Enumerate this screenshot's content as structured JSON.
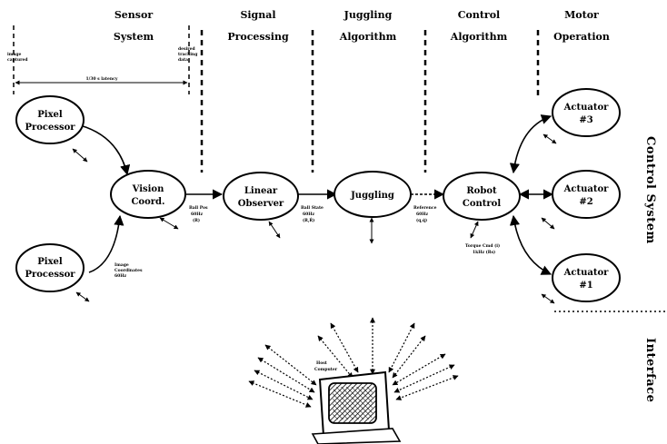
{
  "headers": {
    "sensor": [
      "Sensor",
      "System"
    ],
    "signal": [
      "Signal",
      "Processing"
    ],
    "juggling": [
      "Juggling",
      "Algorithm"
    ],
    "control": [
      "Control",
      "Algorithm"
    ],
    "motor": [
      "Motor",
      "Operation"
    ]
  },
  "nodes": {
    "pixel_top": [
      "Pixel",
      "Processor"
    ],
    "pixel_bottom": [
      "Pixel",
      "Processor"
    ],
    "vision": [
      "Vision",
      "Coord."
    ],
    "observer": [
      "Linear",
      "Observer"
    ],
    "juggling": [
      "Juggling"
    ],
    "robot": [
      "Robot",
      "Control"
    ],
    "act3": [
      "Actuator",
      "#3"
    ],
    "act2": [
      "Actuator",
      "#2"
    ],
    "act1": [
      "Actuator",
      "#1"
    ]
  },
  "side_labels": {
    "control_system": "Control System",
    "interface": "Interface"
  },
  "annotations": {
    "image_captured": [
      "image",
      "captured"
    ],
    "latency": "1/30 s latency",
    "desired_tracking": [
      "desired",
      "tracking",
      "data"
    ],
    "vision_out": [
      "Ball Pos",
      "60Hz",
      "(R)"
    ],
    "observer_out": [
      "Ball State",
      "60Hz",
      "(R,Ṙ)"
    ],
    "juggling_out": [
      "Reference",
      "60Hz",
      "(q,q̇)"
    ],
    "image_coord": [
      "Image",
      "Coordinates",
      "60Hz"
    ],
    "torque_cmd": [
      "Torque Cmd (i)",
      "1kHz (Rs)"
    ],
    "host_computer": [
      "Host",
      "Computer"
    ]
  }
}
